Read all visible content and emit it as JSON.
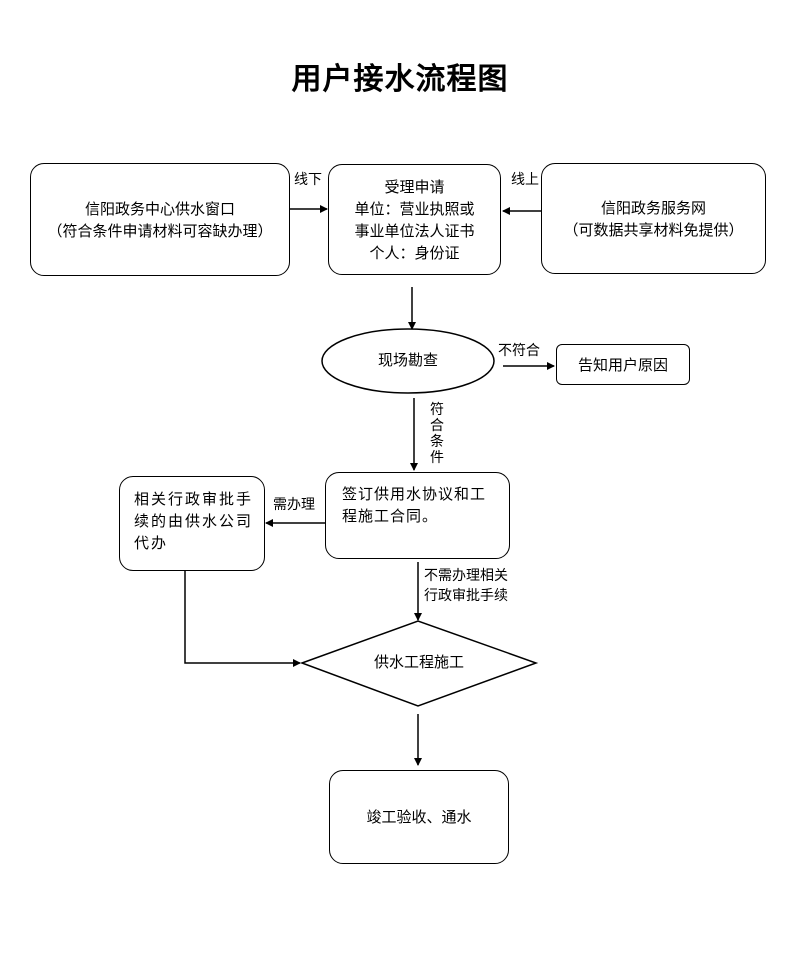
{
  "title": "用户接水流程图",
  "nodes": {
    "offline_window": {
      "lines": [
        "信阳政务中心供水窗口",
        "（符合条件申请材料可容缺办理）"
      ]
    },
    "accept": {
      "lines": [
        "受理申请",
        "单位：营业执照或",
        "事业单位法人证书",
        "个人：身份证"
      ]
    },
    "online_service": {
      "lines": [
        "信阳政务服务网",
        "（可数据共享材料免提供）"
      ]
    },
    "survey": {
      "text": "现场勘查"
    },
    "notify": {
      "text": "告知用户原因"
    },
    "contract": {
      "lines": [
        "签订供用水协议和工",
        "程施工合同。"
      ]
    },
    "agent": {
      "lines": [
        "相关行政审批手",
        "续的由供水公司",
        "代办"
      ]
    },
    "construction": {
      "text": "供水工程施工"
    },
    "completion": {
      "text": "竣工验收、通水"
    }
  },
  "edges": {
    "offline": "线下",
    "online": "线上",
    "not_meet": "不符合",
    "meet_chars": [
      "符",
      "合",
      "条",
      "件"
    ],
    "need_handle": "需办理",
    "no_need_lines": [
      "不需办理相关",
      "行政审批手续"
    ]
  }
}
